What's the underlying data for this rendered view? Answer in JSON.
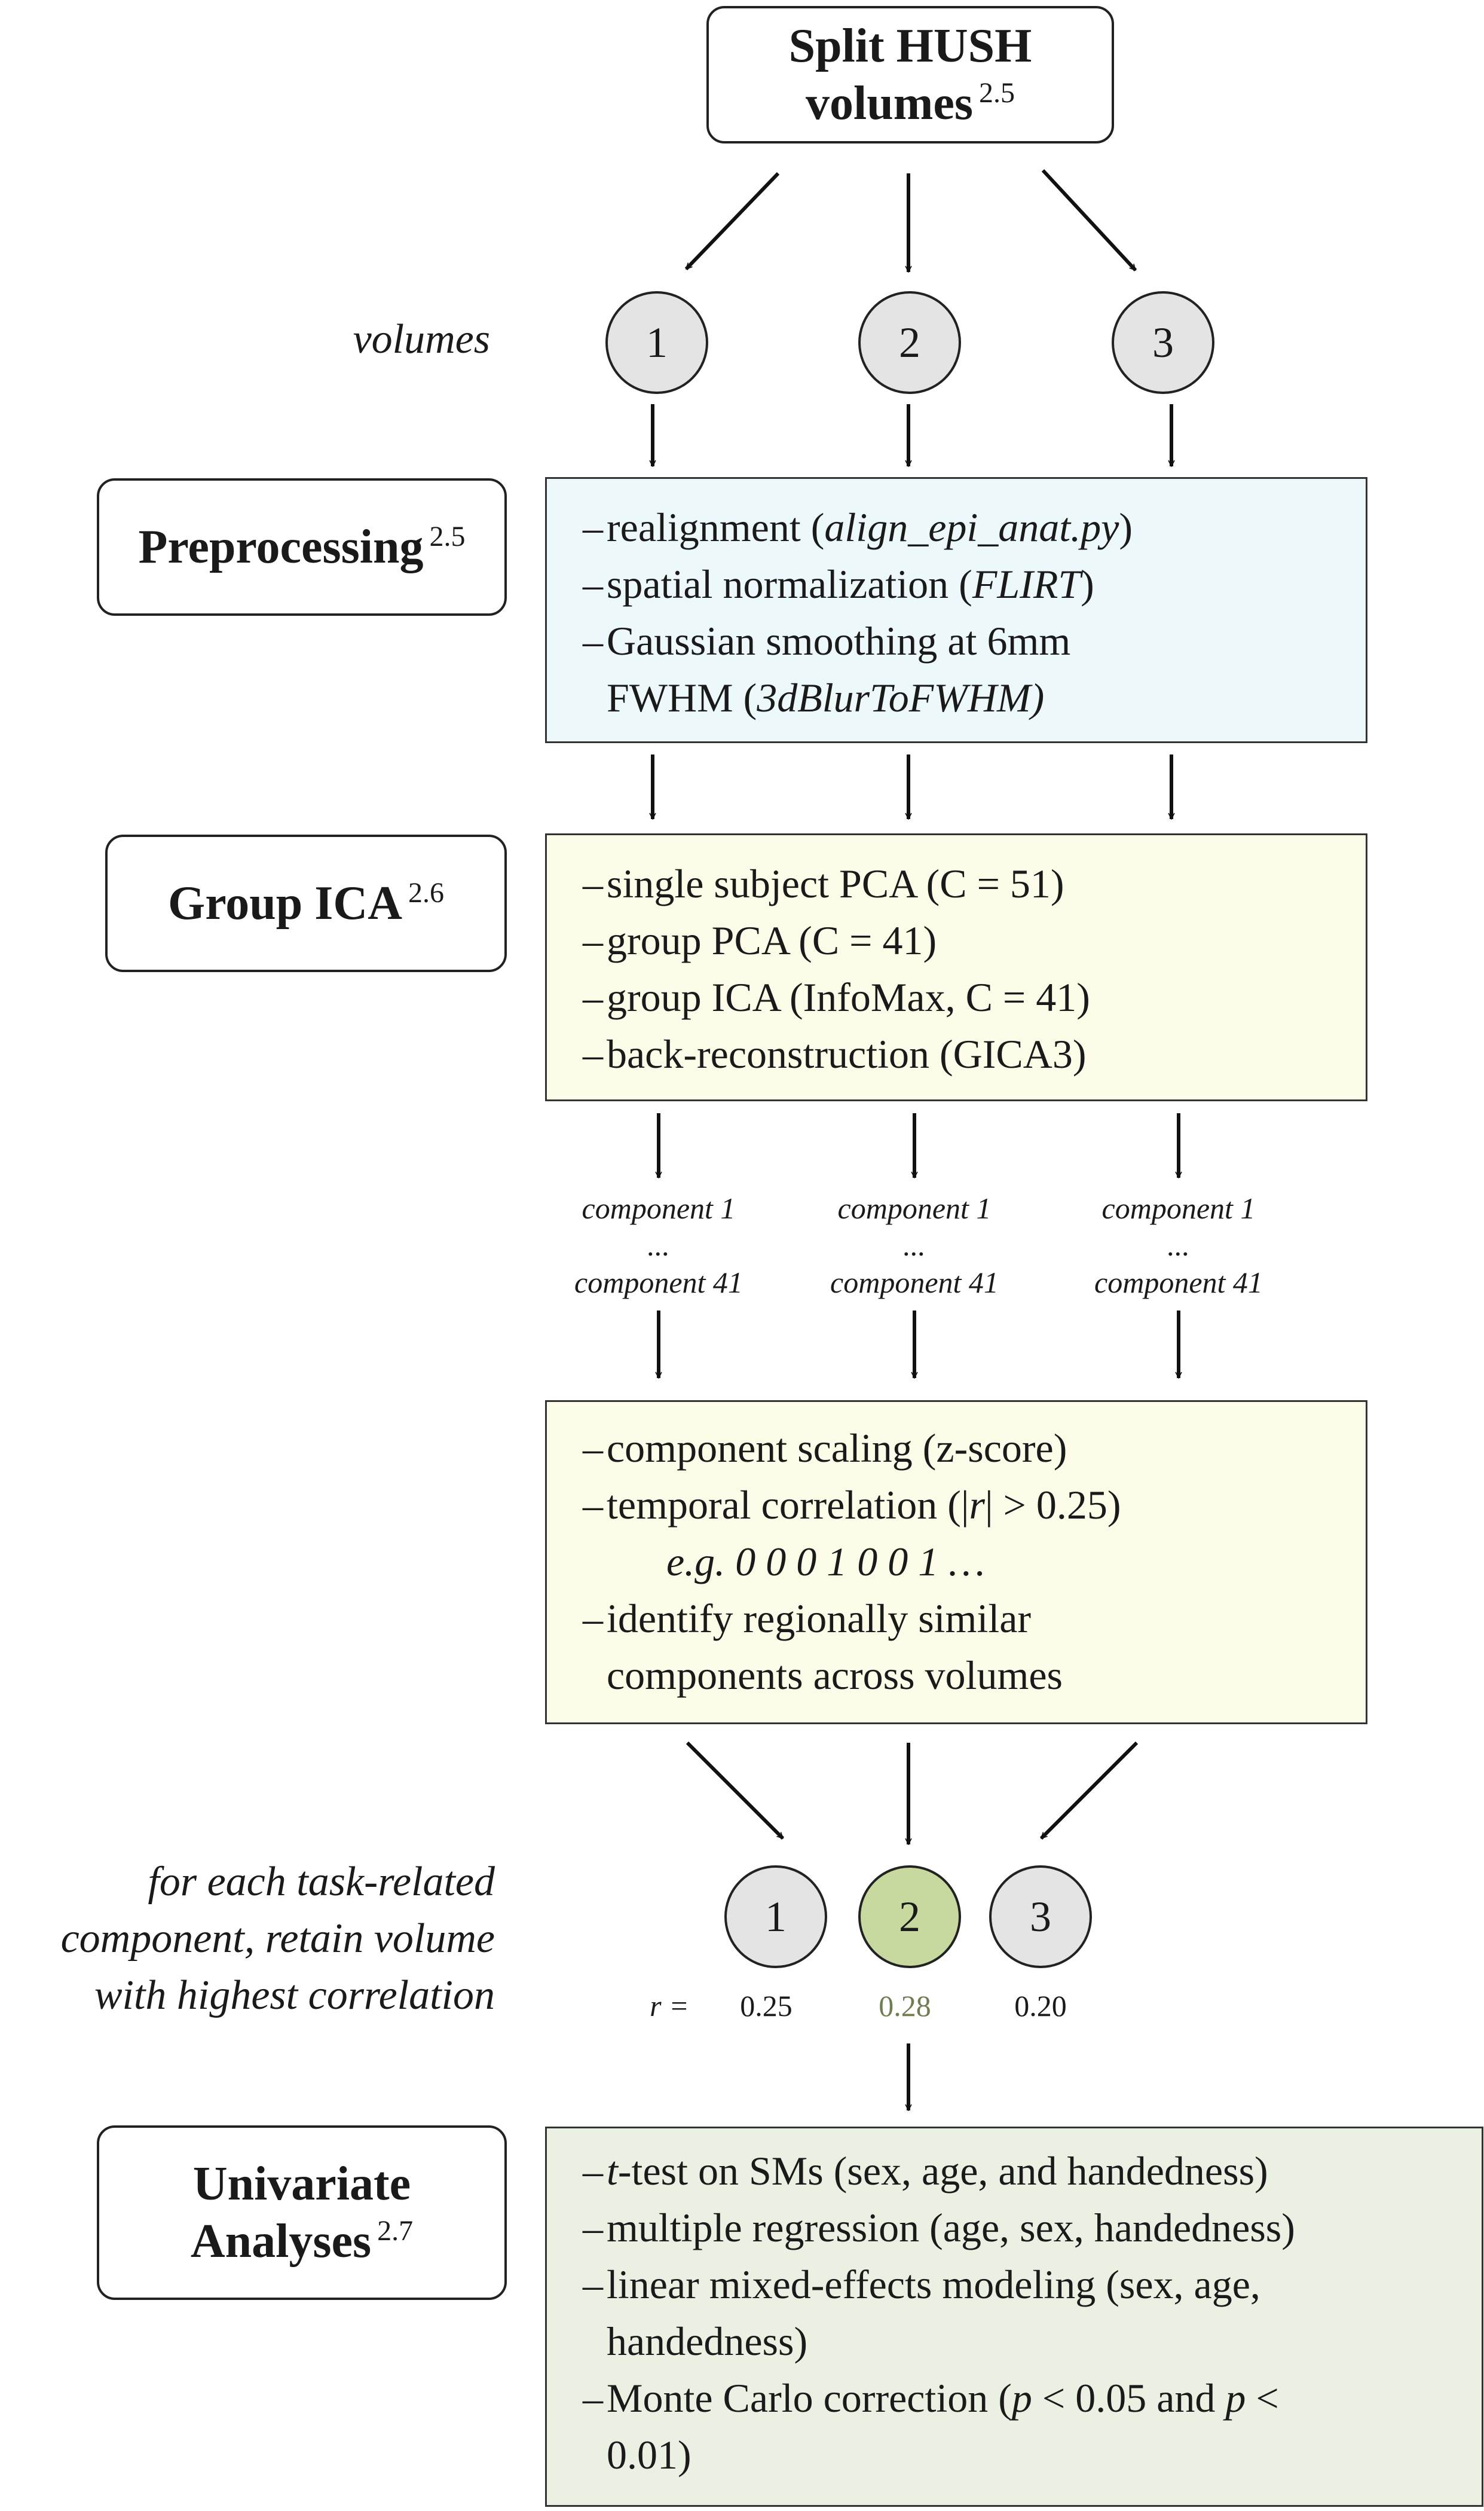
{
  "top_box": {
    "line1": "Split HUSH",
    "line2": "volumes",
    "ref": "2.5"
  },
  "volumes_label": "volumes",
  "volume_circles": [
    "1",
    "2",
    "3"
  ],
  "preprocessing": {
    "label": "Preprocessing",
    "ref": "2.5",
    "items": [
      {
        "text": "realignment (",
        "tool": "align_epi_anat.py",
        "end": ")"
      },
      {
        "text": "spatial normalization (",
        "tool": "FLIRT",
        "end": ")"
      },
      {
        "text": "Gaussian smoothing at 6mm",
        "line2_text": "FWHM (",
        "tool": "3dBlurToFWHM)",
        "end": ""
      }
    ],
    "color": "#ecf8fa"
  },
  "group_ica": {
    "label": "Group ICA",
    "ref": "2.6",
    "items": [
      "single subject PCA (C = 51)",
      "group PCA (C = 41)",
      "group ICA (InfoMax, C = 41)",
      "back-reconstruction (GICA3)"
    ],
    "color": "#fcfce8"
  },
  "components": {
    "first": "component 1",
    "ellipsis": "...",
    "last": "component 41"
  },
  "matching": {
    "item1": "component scaling (z-score)",
    "item2_pre": "temporal correlation (|",
    "item2_var": "r",
    "item2_post": "| > 0.25)",
    "example_pre": "e.g.",
    "example_seq": "0 0 0 1 0 0 1 …",
    "item3_line1": "identify regionally similar",
    "item3_line2": "components across volumes",
    "color": "#fcfce8"
  },
  "retain_note": [
    "for each task-related",
    "component, retain volume",
    "with highest correlation"
  ],
  "selection": {
    "r_label": "r =",
    "circles": [
      "1",
      "2",
      "3"
    ],
    "values": [
      "0.25",
      "0.28",
      "0.20"
    ],
    "selected_index": 1,
    "selected_color": "#c8d9a0"
  },
  "univariate": {
    "label_line1": "Univariate",
    "label_line2": "Analyses",
    "ref": "2.7",
    "item1_var": "t",
    "item1_rest": "-test on SMs (sex, age, and handedness)",
    "item2": "multiple regression (age, sex, handedness)",
    "item3_line1": "linear mixed-effects modeling (sex, age,",
    "item3_line2": "handedness)",
    "item4_pre": "Monte Carlo correction (",
    "item4_p1": "p",
    "item4_mid": " < 0.05 and ",
    "item4_p2": "p",
    "item4_post": " <",
    "item4_line2": "0.01)",
    "color": "#eaf0e2"
  },
  "dash": "–"
}
